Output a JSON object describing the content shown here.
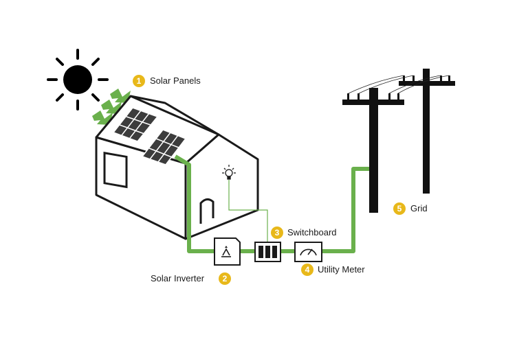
{
  "colors": {
    "wire": "#6ab04c",
    "badge": "#e8b81a",
    "outline": "#1a1a1a",
    "sun": "#000000"
  },
  "components": [
    {
      "number": "1",
      "label": "Solar Panels"
    },
    {
      "number": "2",
      "label": "Solar Inverter"
    },
    {
      "number": "3",
      "label": "Switchboard"
    },
    {
      "number": "4",
      "label": "Utility Meter"
    },
    {
      "number": "5",
      "label": "Grid"
    }
  ],
  "icons": {
    "sun": "sun-icon",
    "inverter": "recycle-icon",
    "meter": "gauge-icon",
    "bulb": "light-bulb-icon"
  }
}
